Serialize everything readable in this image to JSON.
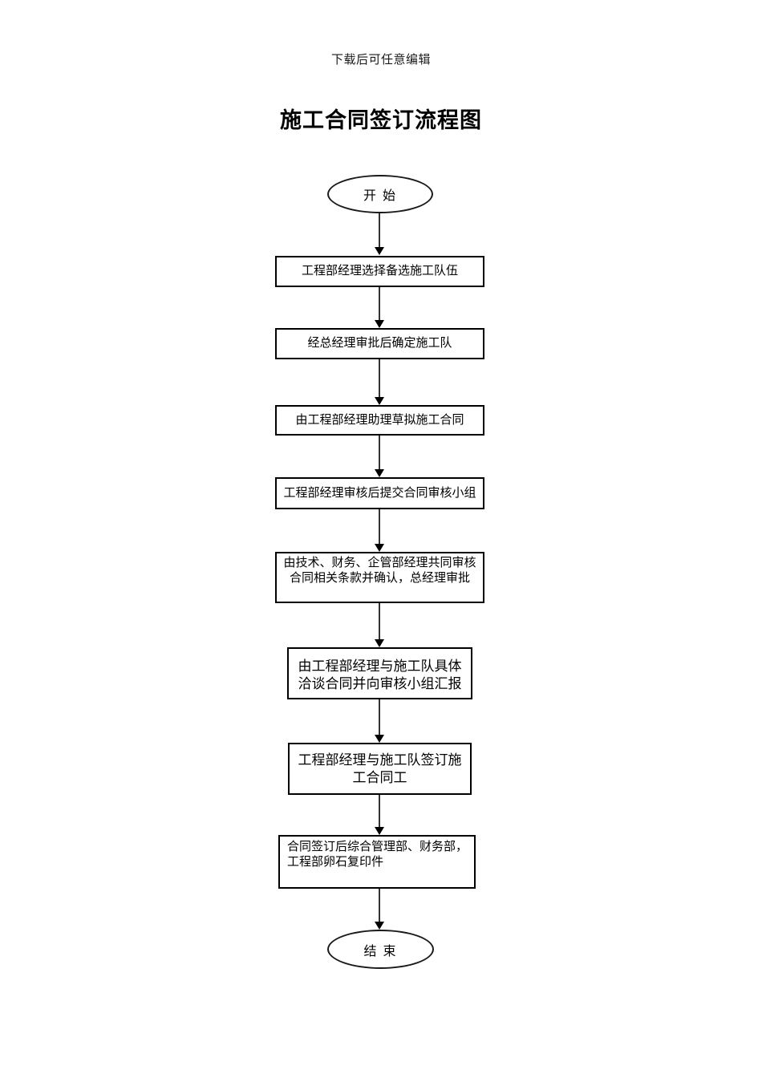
{
  "page": {
    "note": "下载后可任意编辑",
    "title": "施工合同签订流程图"
  },
  "flow": {
    "start_label": "开 始",
    "end_label": "结 束",
    "steps": [
      {
        "lines": [
          "工程部经理选择备选施工队伍"
        ]
      },
      {
        "lines": [
          "经总经理审批后确定施工队"
        ]
      },
      {
        "lines": [
          "由工程部经理助理草拟施工合同"
        ]
      },
      {
        "lines": [
          "工程部经理审核后提交合同审核小组"
        ]
      },
      {
        "lines": [
          "由技术、财务、企管部经理共同审核",
          "合同相关条款并确认，总经理审批"
        ]
      },
      {
        "lines": [
          "由工程部经理与施工队具体",
          "洽谈合同并向审核小组汇报"
        ]
      },
      {
        "lines": [
          "工程部经理与施工队签订施",
          "工合同工"
        ]
      },
      {
        "lines": [
          "合同签订后综合管理部、财务部，",
          "工程部卵石复印件"
        ]
      }
    ]
  }
}
